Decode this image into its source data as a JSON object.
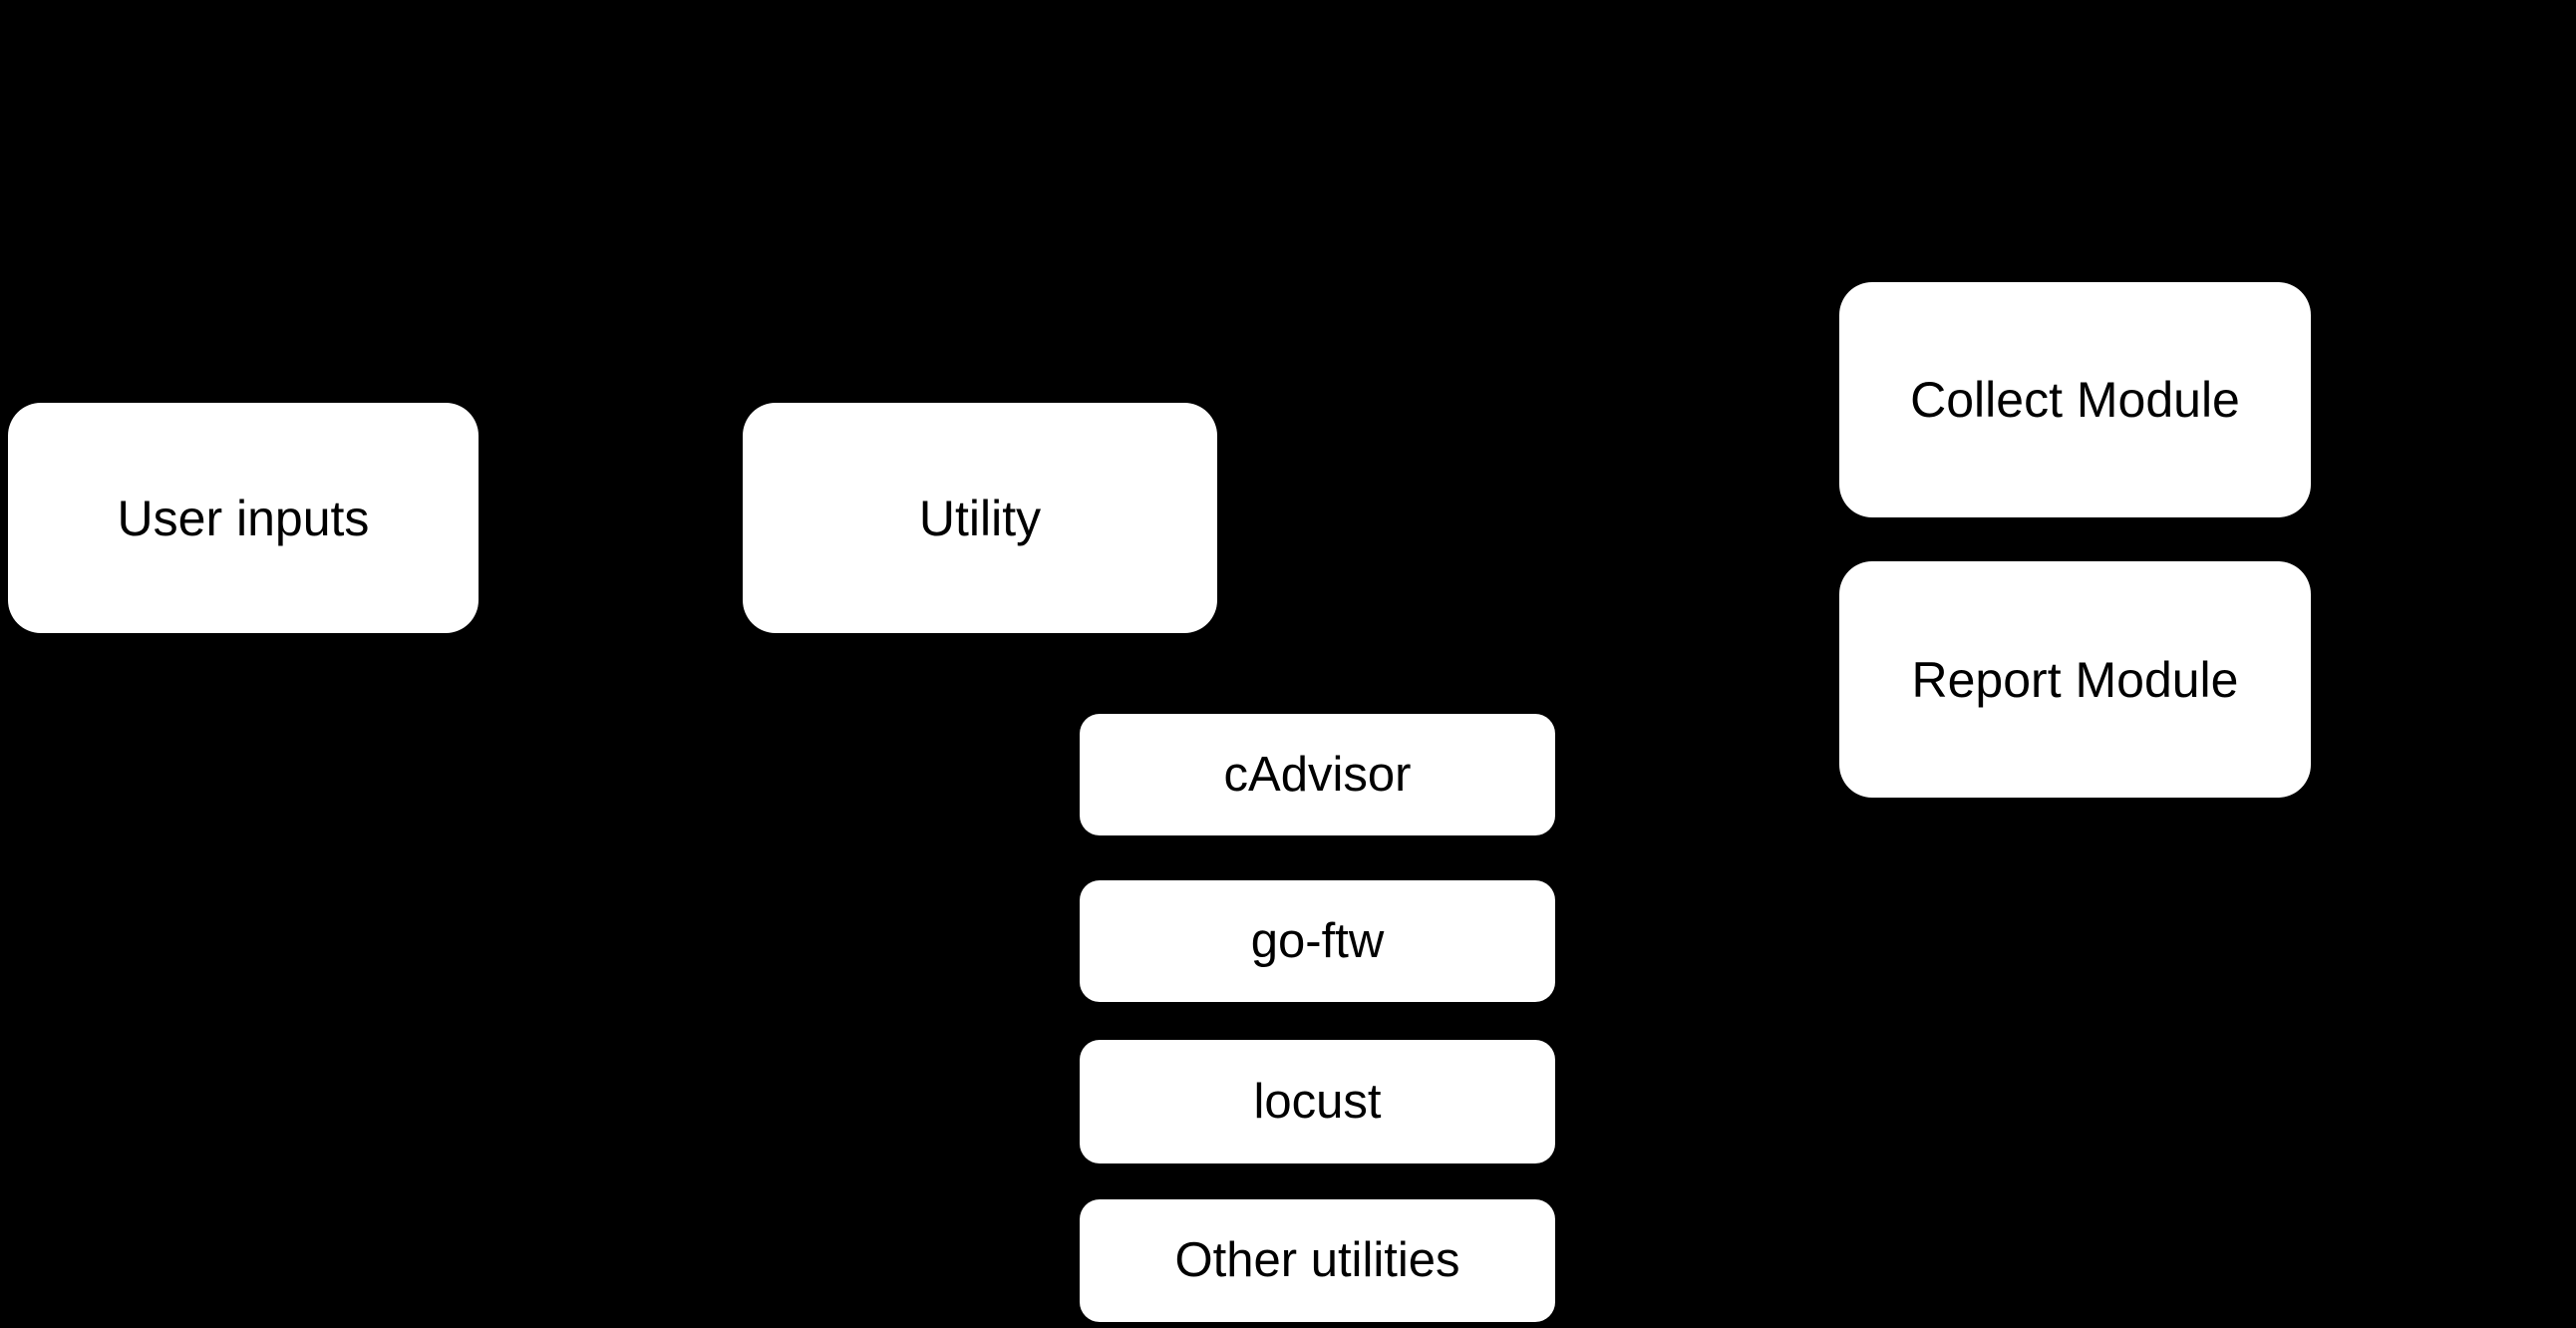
{
  "canvas": {
    "background_color": "#000000",
    "node_fill_color": "#ffffff",
    "node_text_color": "#000000"
  },
  "nodes": {
    "user_inputs": {
      "label": "User inputs"
    },
    "utility": {
      "label": "Utility"
    },
    "collect_module": {
      "label": "Collect Module"
    },
    "report_module": {
      "label": "Report Module"
    },
    "cadvisor": {
      "label": "cAdvisor"
    },
    "go_ftw": {
      "label": "go-ftw"
    },
    "locust": {
      "label": "locust"
    },
    "other_utilities": {
      "label": "Other utilities"
    }
  }
}
